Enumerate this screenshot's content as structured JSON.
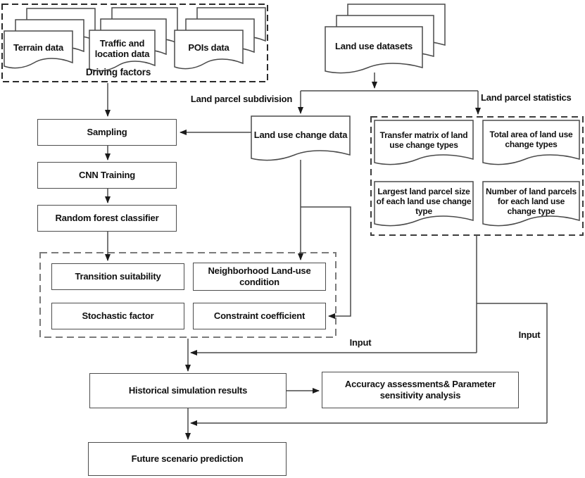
{
  "colors": {
    "line": "#4a4a4a",
    "arrow": "#1a1a1a",
    "text": "#111111",
    "box_border": "#4d4d4d",
    "background": "#ffffff"
  },
  "group_labels": {
    "driving_factors": "Driving factors"
  },
  "edge_labels": {
    "land_parcel_subdivision": "Land parcel subdivision",
    "land_parcel_statistics": "Land parcel statistics",
    "input_left": "Input",
    "input_right": "Input"
  },
  "documents": {
    "terrain": "Terrain data",
    "traffic": "Traffic and location data",
    "pois": "POIs data",
    "land_use_datasets": "Land use datasets",
    "land_use_change": "Land use change data",
    "transfer_matrix": "Transfer matrix of land use change types",
    "total_area": "Total area of  land use change types",
    "largest_parcel": "Largest land parcel size of each land use change type",
    "parcel_number": "Number of land parcels for each land use change type"
  },
  "processes": {
    "sampling": "Sampling",
    "cnn_training": "CNN Training",
    "random_forest": "Random forest classifier",
    "transition_suitability": "Transition suitability",
    "neighborhood_condition": "Neighborhood Land-use condition",
    "stochastic_factor": "Stochastic factor",
    "constraint_coefficient": "Constraint coefficient",
    "historical_results": "Historical simulation results",
    "accuracy_assessment": "Accuracy assessments& Parameter sensitivity analysis",
    "future_prediction": "Future scenario prediction"
  }
}
